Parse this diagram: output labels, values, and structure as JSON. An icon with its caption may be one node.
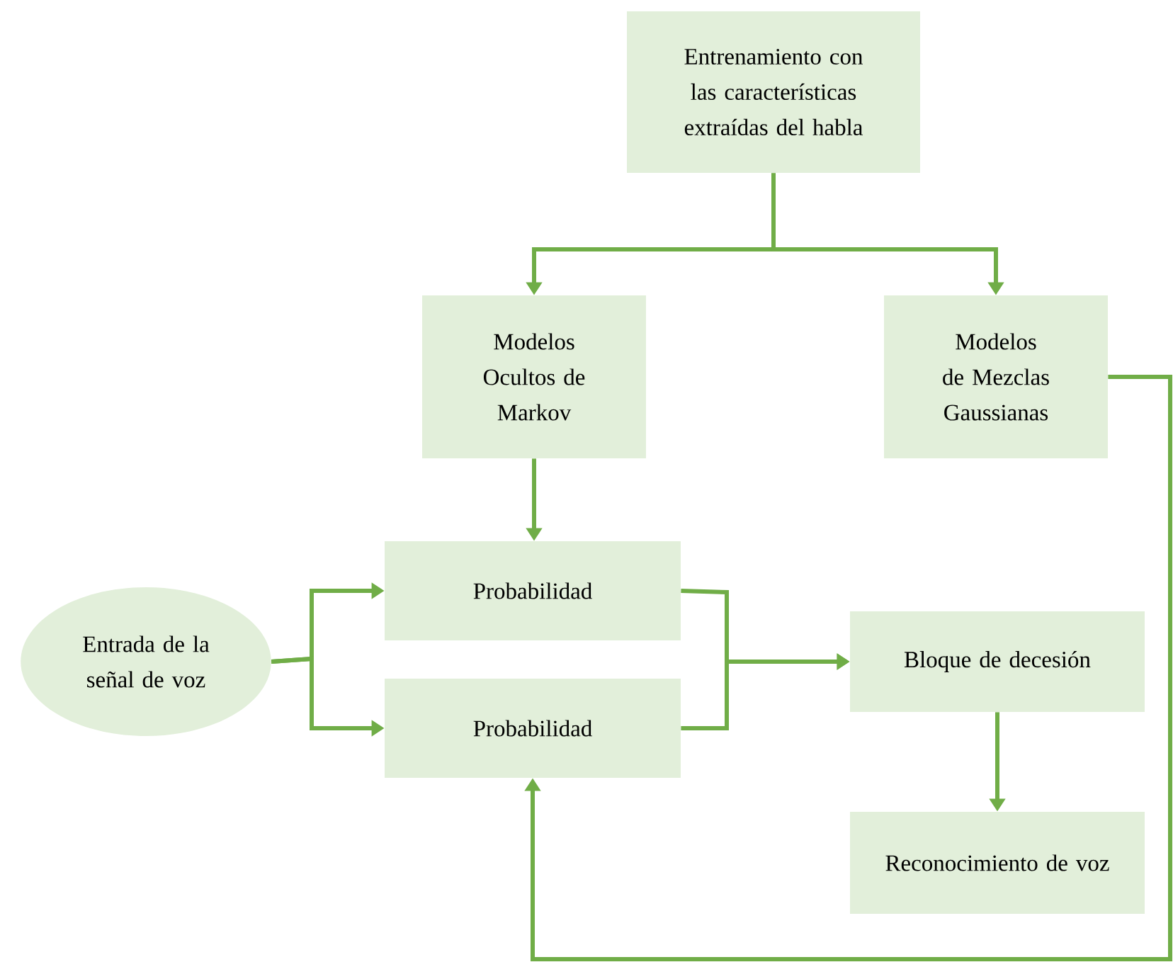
{
  "diagram": {
    "nodes": [
      {
        "text": [
          "Entrenamiento con las características extraídas del habla"
        ]
      },
      {
        "text": [
          "Modelos Ocultos de Markov"
        ]
      },
      {
        "text": [
          "Modelos de Mezclas Gaussianas"
        ]
      },
      {
        "text": [
          "Probabilidad"
        ]
      },
      {
        "text": [
          "Probabilidad"
        ]
      },
      {
        "text": [
          "Entrada de la señal de voz"
        ]
      },
      {
        "text": [
          "Bloque de decesión"
        ]
      },
      {
        "text": [
          "Reconocimiento de voz"
        ]
      }
    ],
    "edges": [
      {
        "from": 0,
        "to": 1,
        "arrow": "to"
      },
      {
        "from": 0,
        "to": 2,
        "arrow": "to"
      },
      {
        "from": 1,
        "to": 3,
        "arrow": "to"
      },
      {
        "from": 5,
        "to": 3,
        "arrow": "to"
      },
      {
        "from": 5,
        "to": 4,
        "arrow": "to"
      },
      {
        "from": 3,
        "to": 6,
        "arrow": "to"
      },
      {
        "from": 4,
        "to": 6,
        "arrow": "to"
      },
      {
        "from": 6,
        "to": 7,
        "arrow": "to"
      },
      {
        "from": 2,
        "to": 4,
        "arrow": "to"
      }
    ]
  }
}
